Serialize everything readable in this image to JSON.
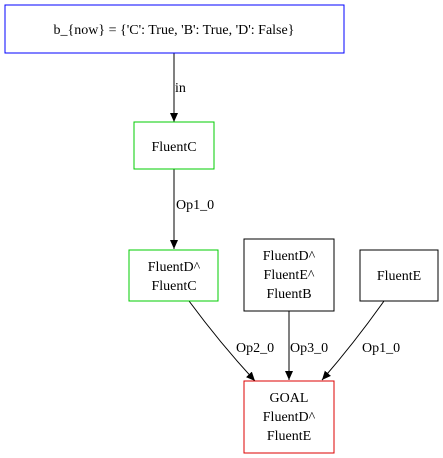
{
  "nodes": {
    "state": {
      "lines": [
        "b_{now} = {'C': True, 'B': True, 'D': False}"
      ],
      "color": "#0000ff"
    },
    "fluent_c": {
      "lines": [
        "FluentC"
      ],
      "color": "#00cc00"
    },
    "fluent_dc": {
      "lines": [
        "FluentD^",
        "FluentC"
      ],
      "color": "#00cc00"
    },
    "fluent_deb": {
      "lines": [
        "FluentD^",
        "FluentE^",
        "FluentB"
      ],
      "color": "#000000"
    },
    "fluent_e": {
      "lines": [
        "FluentE"
      ],
      "color": "#000000"
    },
    "goal": {
      "lines": [
        "GOAL",
        "FluentD^",
        "FluentE"
      ],
      "color": "#dd0000"
    }
  },
  "edges": {
    "state_to_fluent_c": {
      "label": "in"
    },
    "fluent_c_to_fluent_dc": {
      "label": "Op1_0"
    },
    "fluent_dc_to_goal": {
      "label": "Op2_0"
    },
    "fluent_deb_to_goal": {
      "label": "Op3_0"
    },
    "fluent_e_to_goal": {
      "label": "Op1_0"
    }
  }
}
